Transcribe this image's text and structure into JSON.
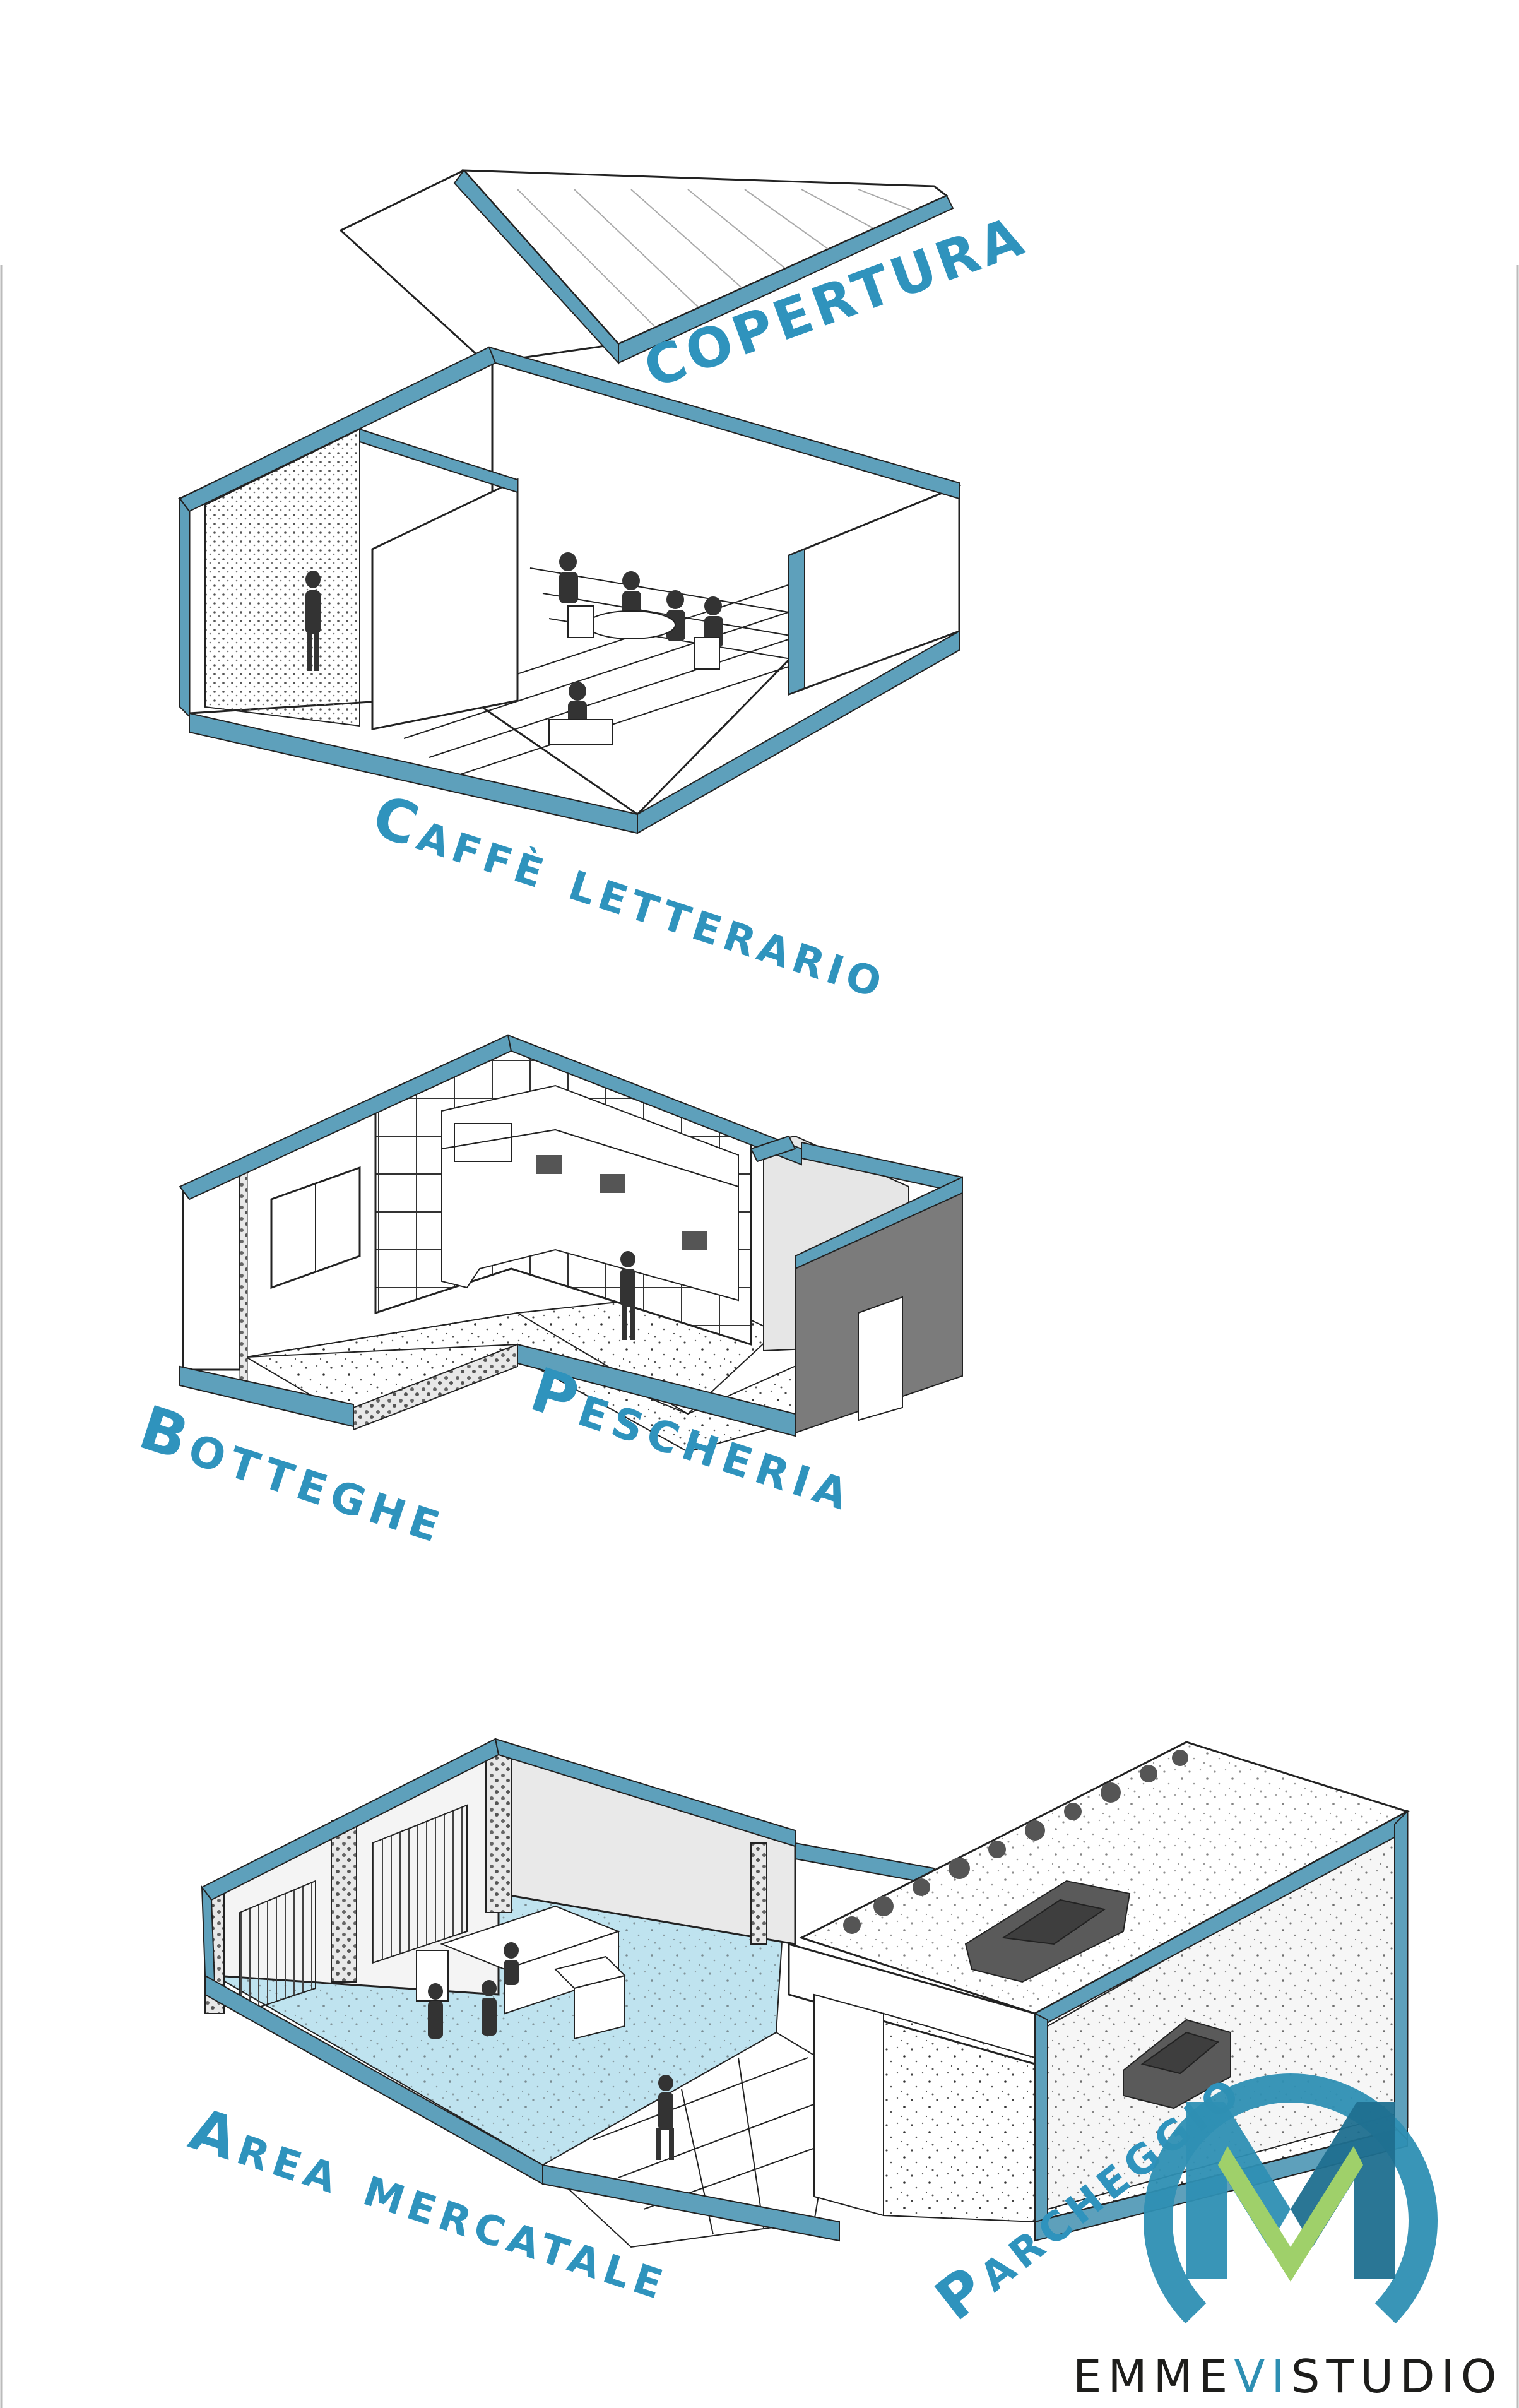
{
  "labels": {
    "copertura": "COPERTURA",
    "caffe_letterario": "Caffè letterario",
    "botteghe": "Botteghe",
    "pescheria": "Pescheria",
    "area_mercatale": "Area mercatale",
    "parcheggio": "Parcheggio"
  },
  "logo": {
    "part1": "EMME",
    "part2": "VI",
    "part3": "STUDIO"
  },
  "colors": {
    "wall_accent": "#5ea0bb",
    "label_text": "#2f93bd",
    "market_floor": "#bfe3ef",
    "logo_blue": "#2e8fb3",
    "logo_green": "#9fd06a"
  }
}
